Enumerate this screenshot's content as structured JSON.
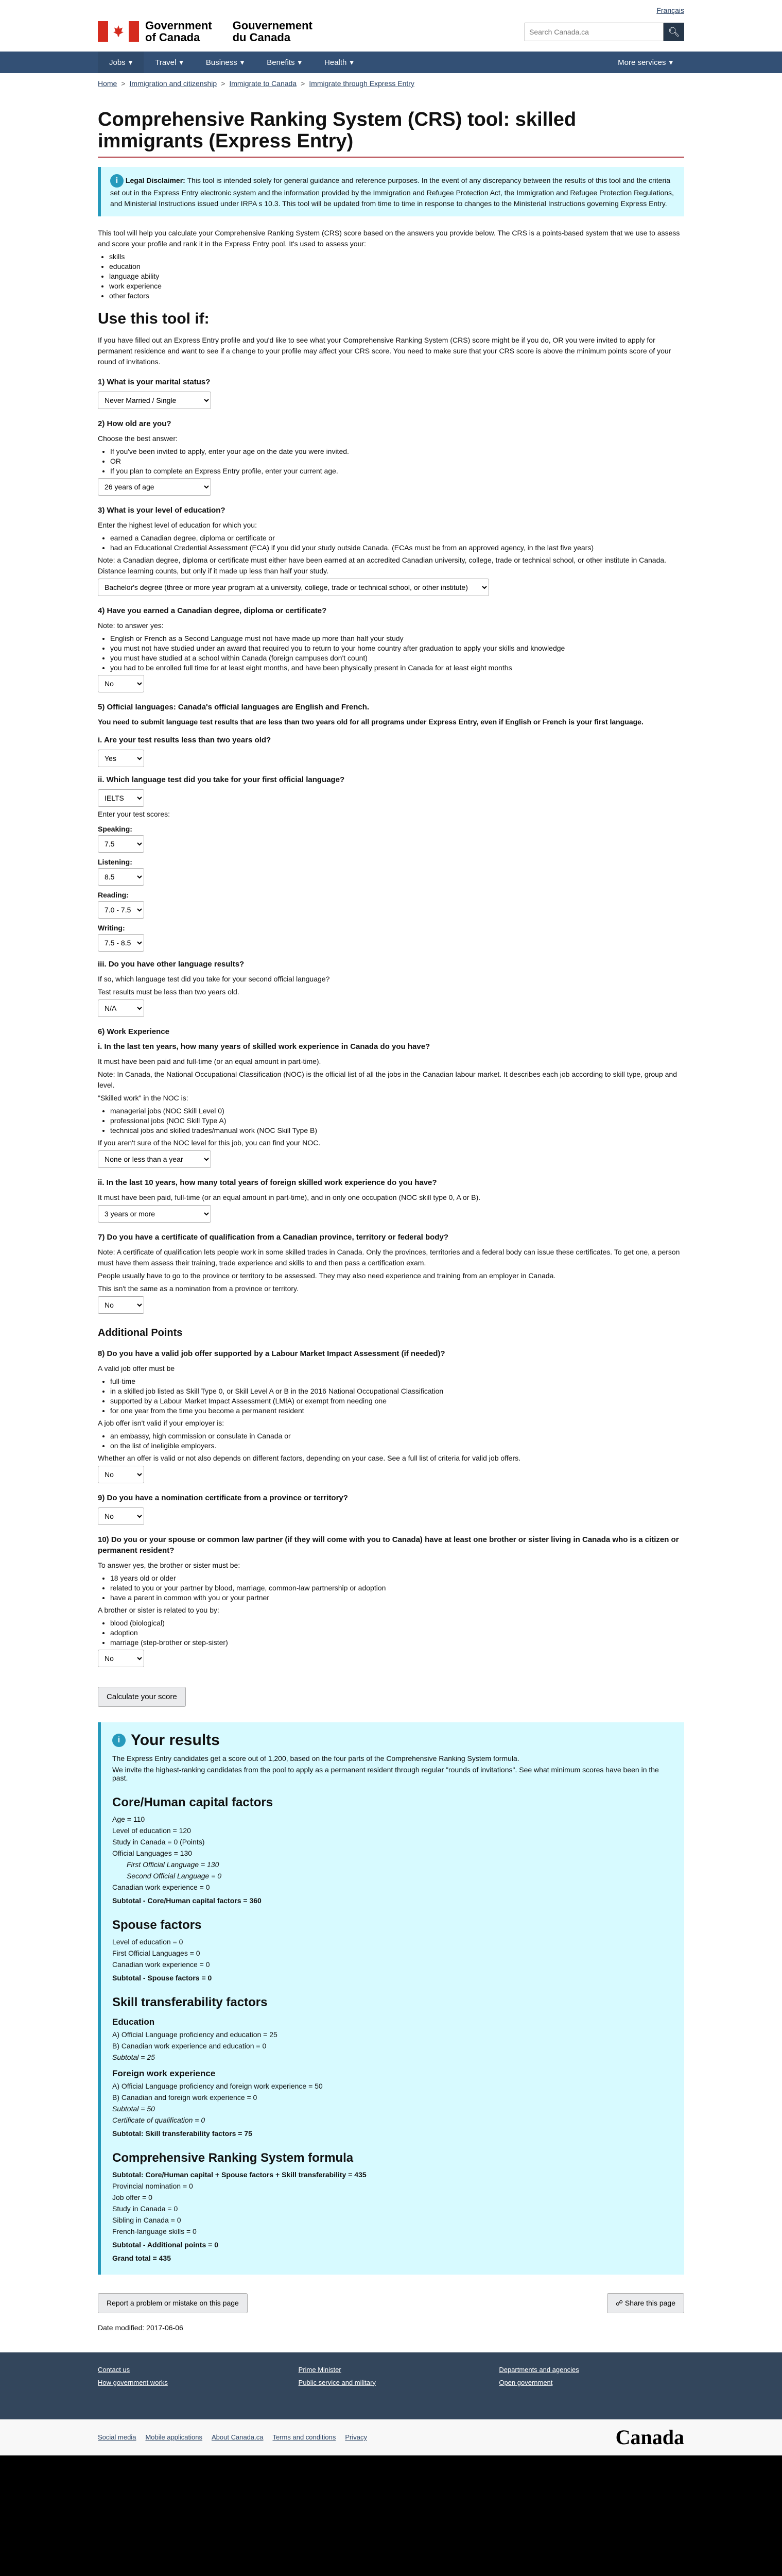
{
  "header": {
    "gov_en_line1": "Government",
    "gov_en_line2": "of Canada",
    "gov_fr_line1": "Gouvernement",
    "gov_fr_line2": "du Canada",
    "language_link": "Français",
    "search_placeholder": "Search Canada.ca"
  },
  "menu": {
    "items": [
      {
        "label": "Jobs"
      },
      {
        "label": "Travel"
      },
      {
        "label": "Business"
      },
      {
        "label": "Benefits"
      },
      {
        "label": "Health"
      }
    ],
    "more_label": "More services"
  },
  "breadcrumb": {
    "items": [
      {
        "label": "Home"
      },
      {
        "label": "Immigration and citizenship"
      },
      {
        "label": "Immigrate to Canada"
      },
      {
        "label": "Immigrate through Express Entry"
      }
    ]
  },
  "page": {
    "title": "Comprehensive Ranking System (CRS) tool: skilled immigrants (Express Entry)",
    "disclaimer_label": "Legal Disclaimer:",
    "disclaimer_text": "This tool is intended solely for general guidance and reference purposes. In the event of any discrepancy between the results of this tool and the criteria set out in the Express Entry electronic system and the information provided by the Immigration and Refugee Protection Act, the Immigration and Refugee Protection Regulations, and Ministerial Instructions issued under IRPA s 10.3. This tool will be updated from time to time in response to changes to the Ministerial Instructions governing Express Entry.",
    "intro_1": "This tool will help you calculate your Comprehensive Ranking System (CRS) score based on the answers you provide below. The CRS is a points-based system that we use to assess and score your profile and rank it in the Express Entry pool. It's used to assess your:",
    "intro_list": [
      "skills",
      "education",
      "language ability",
      "work experience",
      "other factors"
    ],
    "use_tool_heading": "Use this tool if:"
  },
  "questions": {
    "q_intro": "If you have filled out an Express Entry profile and you'd like to see what your Comprehensive Ranking System (CRS) score might be if you do, OR you were invited to apply for permanent residence and want to see if a change to your profile may affect your CRS score. You need to make sure that your CRS score is above the minimum points score of your round of invitations.",
    "q1_label": "1) What is your marital status?",
    "q1_value": "Never Married / Single",
    "q2_label": "2) How old are you?",
    "q2_note": "Choose the best answer:",
    "q2_list": [
      "If you've been invited to apply, enter your age on the date you were invited.",
      "OR",
      "If you plan to complete an Express Entry profile, enter your current age."
    ],
    "q2_value": "26 years of age",
    "q3_label": "3) What is your level of education?",
    "q3_note": "Enter the highest level of education for which you:",
    "q3_list": [
      "earned a Canadian degree, diploma or certificate or",
      "had an Educational Credential Assessment (ECA) if you did your study outside Canada. (ECAs must be from an approved agency, in the last five years)"
    ],
    "q3_note2": "Note: a Canadian degree, diploma or certificate must either have been earned at an accredited Canadian university, college, trade or technical school, or other institute in Canada. Distance learning counts, but only if it made up less than half your study.",
    "q3_value": "Bachelor's degree (three or more year program at a university, college, trade or technical school, or other institute)",
    "q4_label": "4) Have you earned a Canadian degree, diploma or certificate?",
    "q4_note": "Note: to answer yes:",
    "q4_list": [
      "English or French as a Second Language must not have made up more than half your study",
      "you must not have studied under an award that required you to return to your home country after graduation to apply your skills and knowledge",
      "you must have studied at a school within Canada (foreign campuses don't count)",
      "you had to be enrolled full time for at least eight months, and have been physically present in Canada for at least eight months"
    ],
    "q4_value": "No",
    "q5_section": "5) Official languages: Canada's official languages are English and French.",
    "q5_note": "You need to submit language test results that are less than two years old for all programs under Express Entry, even if English or French is your first language.",
    "q5i_label": "i. Are your test results less than two years old?",
    "q5i_value": "Yes",
    "q5ii_label": "ii. Which language test did you take for your first official language?",
    "q5ii_value": "IELTS",
    "q5_enter_scores": "Enter your test scores:",
    "speaking_label": "Speaking:",
    "speaking_value": "7.5",
    "listening_label": "Listening:",
    "listening_value": "8.5",
    "reading_label": "Reading:",
    "reading_value": "7.0 - 7.5",
    "writing_label": "Writing:",
    "writing_value": "7.5 - 8.5",
    "q5iii_label": "iii. Do you have other language results?",
    "q5iii_note": "If so, which language test did you take for your second official language?",
    "q5iii_note2": "Test results must be less than two years old.",
    "q5iii_value": "N/A",
    "q6_section": "6) Work Experience",
    "q6i_label": "i. In the last ten years, how many years of skilled work experience in Canada do you have?",
    "q6i_note": "It must have been paid and full-time (or an equal amount in part-time).",
    "q6i_note2": "Note: In Canada, the National Occupational Classification (NOC) is the official list of all the jobs in the Canadian labour market. It describes each job according to skill type, group and level.",
    "q6i_note3": "\"Skilled work\" in the NOC is:",
    "q6i_list": [
      "managerial jobs (NOC Skill Level 0)",
      "professional jobs (NOC Skill Type A)",
      "technical jobs and skilled trades/manual work (NOC Skill Type B)"
    ],
    "q6i_note4": "If you aren't sure of the NOC level for this job, you can find your NOC.",
    "q6i_value": "None or less than a year",
    "q6ii_label": "ii. In the last 10 years, how many total years of foreign skilled work experience do you have?",
    "q6ii_note": "It must have been paid, full-time (or an equal amount in part-time), and in only one occupation (NOC skill type 0, A or B).",
    "q6ii_value": "3 years or more",
    "q7_label": "7) Do you have a certificate of qualification from a Canadian province, territory or federal body?",
    "q7_note": "Note: A certificate of qualification lets people work in some skilled trades in Canada. Only the provinces, territories and a federal body can issue these certificates. To get one, a person must have them assess their training, trade experience and skills to and then pass a certification exam.",
    "q7_note2": "People usually have to go to the province or territory to be assessed. They may also need experience and training from an employer in Canada.",
    "q7_note3": "This isn't the same as a nomination from a province or territory.",
    "q7_value": "No",
    "additional_points": "Additional Points",
    "q8_label": "8) Do you have a valid job offer supported by a Labour Market Impact Assessment (if needed)?",
    "q8_note": "A valid job offer must be",
    "q8_list": [
      "full-time",
      "in a skilled job listed as Skill Type 0, or Skill Level A or B in the 2016 National Occupational Classification",
      "supported by a Labour Market Impact Assessment (LMIA) or exempt from needing one",
      "for one year from the time you become a permanent resident"
    ],
    "q8_note2": "A job offer isn't valid if your employer is:",
    "q8_list2": [
      "an embassy, high commission or consulate in Canada or",
      "on the list of ineligible employers."
    ],
    "q8_note3": "Whether an offer is valid or not also depends on different factors, depending on your case. See a full list of criteria for valid job offers.",
    "q8_value": "No",
    "q9_label": "9) Do you have a nomination certificate from a province or territory?",
    "q9_value": "No",
    "q10_label": "10) Do you or your spouse or common law partner (if they will come with you to Canada) have at least one brother or sister living in Canada who is a citizen or permanent resident?",
    "q10_note": "To answer yes, the brother or sister must be:",
    "q10_list": [
      "18 years old or older",
      "related to you or your partner by blood, marriage, common-law partnership or adoption",
      "have a parent in common with you or your partner"
    ],
    "q10_note2": "A brother or sister is related to you by:",
    "q10_list2": [
      "blood (biological)",
      "adoption",
      "marriage (step-brother or step-sister)"
    ],
    "q10_value": "No",
    "calculate_button": "Calculate your score"
  },
  "results": {
    "heading": "Your results",
    "summary": "The Express Entry candidates get a score out of 1,200, based on the four parts of the Comprehensive Ranking System formula.",
    "summary2": "We invite the highest-ranking candidates from the pool to apply as a permanent resident through regular \"rounds of invitations\". See what minimum scores have been in the past.",
    "core_heading": "Core/Human capital factors",
    "core_age": "Age = 110",
    "core_education": "Level of education = 120",
    "core_canadian_ed": "Study in Canada = 0 (Points)",
    "core_official_lang": "Official Languages = 130",
    "core_first_lang": "First Official Language = 130",
    "core_second_lang": "Second Official Language = 0",
    "core_work": "Canadian work experience = 0",
    "core_subtotal": "Subtotal - Core/Human capital factors = 360",
    "spouse_heading": "Spouse factors",
    "spouse_education": "Level of education = 0",
    "spouse_lang": "First Official Languages = 0",
    "spouse_work": "Canadian work experience = 0",
    "spouse_subtotal": "Subtotal - Spouse factors = 0",
    "skill_heading": "Skill transferability factors",
    "skill_education_heading": "Education",
    "skill_ed_a": "A) Official Language proficiency and education = 25",
    "skill_ed_b": "B) Canadian work experience and education = 0",
    "skill_ed_subtotal": "Subtotal = 25",
    "skill_foreign_heading": "Foreign work experience",
    "skill_fw_a": "A) Official Language proficiency and foreign work experience = 50",
    "skill_fw_b": "B) Canadian and foreign work experience = 0",
    "skill_fw_subtotal": "Subtotal = 50",
    "skill_cert": "Certificate of qualification = 0",
    "skill_subtotal": "Subtotal: Skill transferability factors = 75",
    "formula_heading": "Comprehensive Ranking System formula",
    "formula_line": "Subtotal: Core/Human capital + Spouse factors + Skill transferability = 435",
    "formula_pn": "Provincial nomination = 0",
    "formula_job": "Job offer = 0",
    "formula_study": "Study in Canada = 0",
    "formula_sibling": "Sibling in Canada = 0",
    "formula_french": "French-language skills = 0",
    "formula_additional": "Subtotal - Additional points = 0",
    "grand_total": "Grand total = 435"
  },
  "page_actions": {
    "report_label": "Report a problem or mistake on this page",
    "share_label": "Share this page",
    "date_modified": "Date modified: 2017-06-06"
  },
  "footer": {
    "links": [
      {
        "label": "Contact us"
      },
      {
        "label": "Prime Minister"
      },
      {
        "label": "Departments and agencies"
      },
      {
        "label": "How government works"
      },
      {
        "label": "Public service and military"
      },
      {
        "label": "Open government"
      }
    ],
    "bottom_links": [
      {
        "label": "Social media"
      },
      {
        "label": "Mobile applications"
      },
      {
        "label": "About Canada.ca"
      },
      {
        "label": "Terms and conditions"
      },
      {
        "label": "Privacy"
      }
    ],
    "wordmark": "Canada"
  }
}
